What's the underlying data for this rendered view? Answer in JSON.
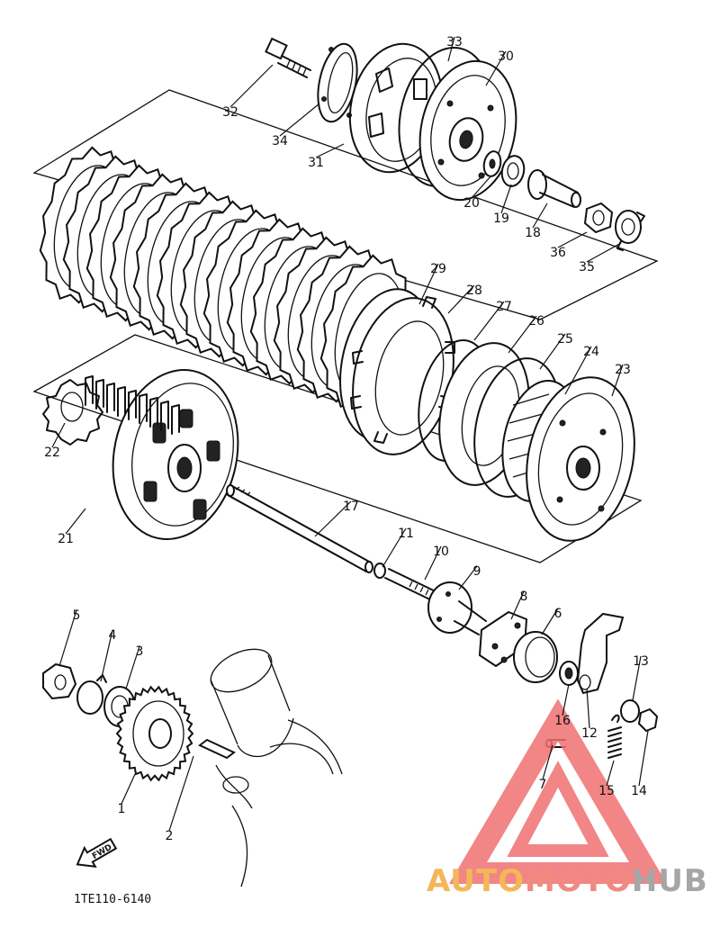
{
  "diagram": {
    "code": "1TE110-6140",
    "fwd_label": "FWD"
  },
  "callouts": [
    "1",
    "2",
    "3",
    "4",
    "5",
    "6",
    "7",
    "8",
    "9",
    "10",
    "11",
    "12",
    "13",
    "14",
    "15",
    "16",
    "17",
    "18",
    "19",
    "20",
    "21",
    "22",
    "23",
    "24",
    "25",
    "26",
    "27",
    "28",
    "29",
    "30",
    "31",
    "32",
    "33",
    "34",
    "35",
    "36"
  ],
  "watermark": {
    "part1": "AUTO",
    "part2": "MOTO",
    "part3": "HUB",
    "color_auto": "#f5b65a",
    "color_moto": "#f08a80",
    "color_hub": "#a6a6a6",
    "triangle_color": "#f07070"
  }
}
